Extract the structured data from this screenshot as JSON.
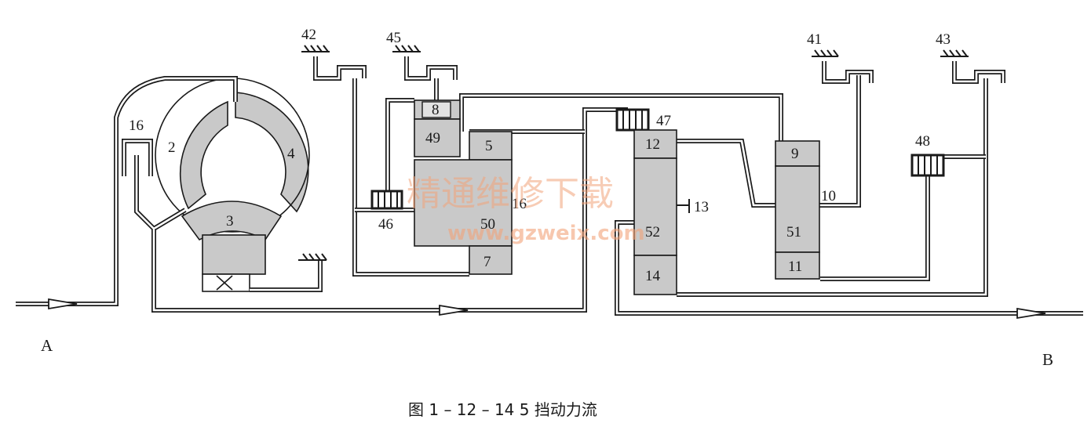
{
  "labels": {
    "input": "A",
    "output": "B",
    "n16a": "16",
    "n2": "2",
    "n3": "3",
    "n4": "4",
    "n42": "42",
    "n45": "45",
    "n46": "46",
    "n8": "8",
    "n49": "49",
    "n5": "5",
    "n16b": "16",
    "n50": "50",
    "n7": "7",
    "n47": "47",
    "n12": "12",
    "n13": "13",
    "n52": "52",
    "n14": "14",
    "n41": "41",
    "n9": "9",
    "n10": "10",
    "n51": "51",
    "n11": "11",
    "n43": "43",
    "n48": "48"
  },
  "watermark": {
    "cn": "精通维修下载",
    "url": "www.gzweix.com"
  },
  "caption": "图 1 – 12 – 14   5 挡动力流",
  "colors": {
    "line": "#1a1a1a",
    "component": "#c9c9c9",
    "watermark": "#f2a37a"
  }
}
